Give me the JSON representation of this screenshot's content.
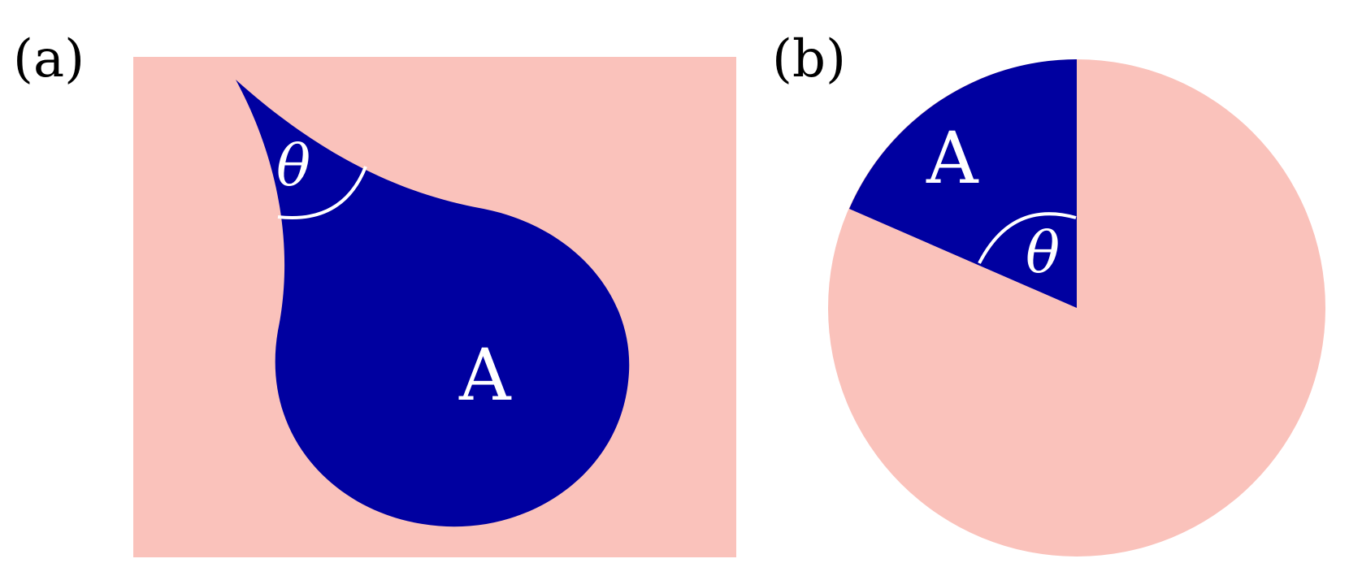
{
  "colors": {
    "background_fill": "#fac2bb",
    "region_fill": "#0000a0",
    "annotation": "#ffffff",
    "label_text": "#000000"
  },
  "panels": {
    "a": {
      "label": "(a)",
      "region_label": "A",
      "angle_label": "θ"
    },
    "b": {
      "label": "(b)",
      "region_label": "A",
      "angle_label": "θ"
    }
  }
}
